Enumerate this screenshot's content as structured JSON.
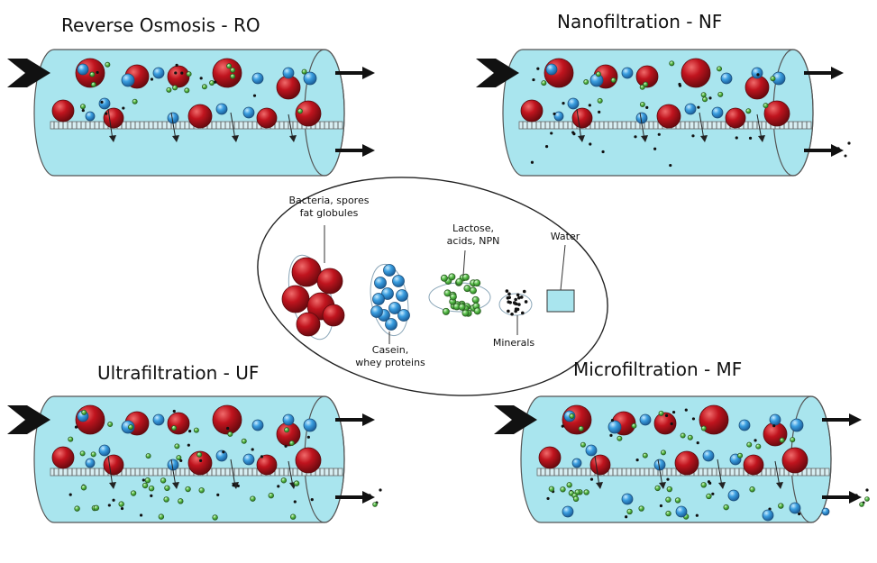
{
  "titles": {
    "ro": "Reverse Osmosis - RO",
    "nf": "Nanofiltration - NF",
    "uf": "Ultrafiltration - UF",
    "mf": "Microfiltration - MF"
  },
  "legend": {
    "bacteria": [
      "Bacteria, spores",
      "fat globules"
    ],
    "lactose": [
      "Lactose,",
      "acids, NPN"
    ],
    "water": "Water",
    "casein": [
      "Casein,",
      "whey proteins"
    ],
    "minerals": "Minerals"
  },
  "colors": {
    "tube_fill": "#a9e5ee",
    "tube_stroke": "#555555",
    "fat_red": "#c0141e",
    "protein_blue": "#3a9ee0",
    "lactose_green": "#59c04a",
    "mineral_black": "#111111",
    "arrow_black": "#111111"
  },
  "icons": {
    "feed": "feed-arrow-icon",
    "outflow": "outflow-arrow-icon"
  }
}
